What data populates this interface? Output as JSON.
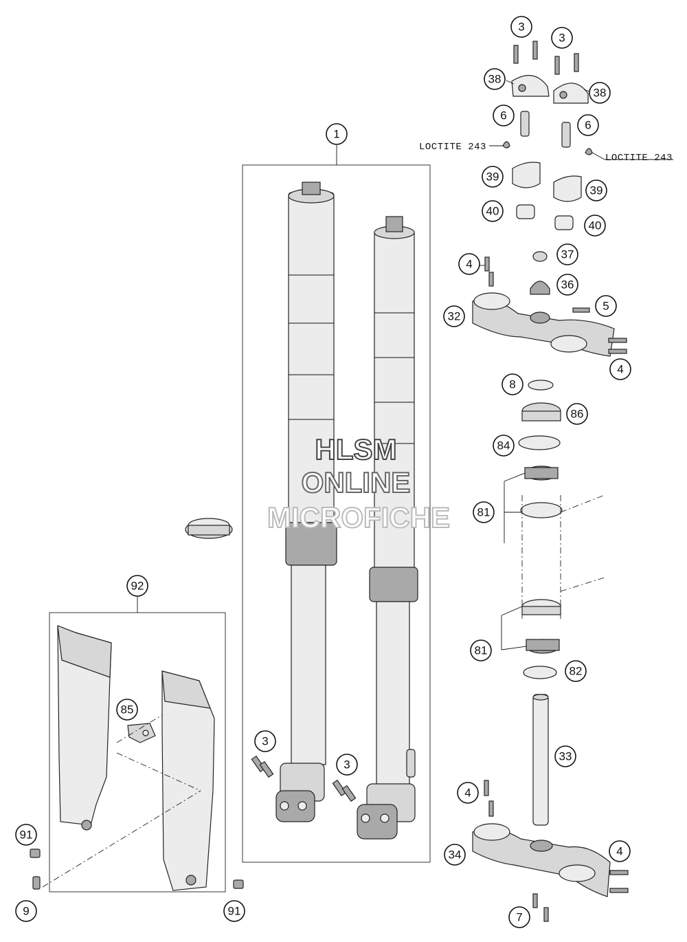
{
  "callouts": {
    "c1": "1",
    "c3a": "3",
    "c3b": "3",
    "c3c": "3",
    "c3d": "3",
    "c4a": "4",
    "c4b": "4",
    "c4c": "4",
    "c4d": "4",
    "c5": "5",
    "c6a": "6",
    "c6b": "6",
    "c7": "7",
    "c8": "8",
    "c9": "9",
    "c32": "32",
    "c33": "33",
    "c34": "34",
    "c36": "36",
    "c37": "37",
    "c38a": "38",
    "c38b": "38",
    "c39a": "39",
    "c39b": "39",
    "c40a": "40",
    "c40b": "40",
    "c81a": "81",
    "c81b": "81",
    "c82": "82",
    "c84": "84",
    "c85": "85",
    "c86": "86",
    "c91a": "91",
    "c91b": "91",
    "c92": "92"
  },
  "notes": {
    "loctite_left": "LOCTITE 243",
    "loctite_right": "LOCTITE 243"
  },
  "watermark": {
    "line1": "HLSM",
    "line2": "ONLINE",
    "line3": "MICROFICHE"
  }
}
